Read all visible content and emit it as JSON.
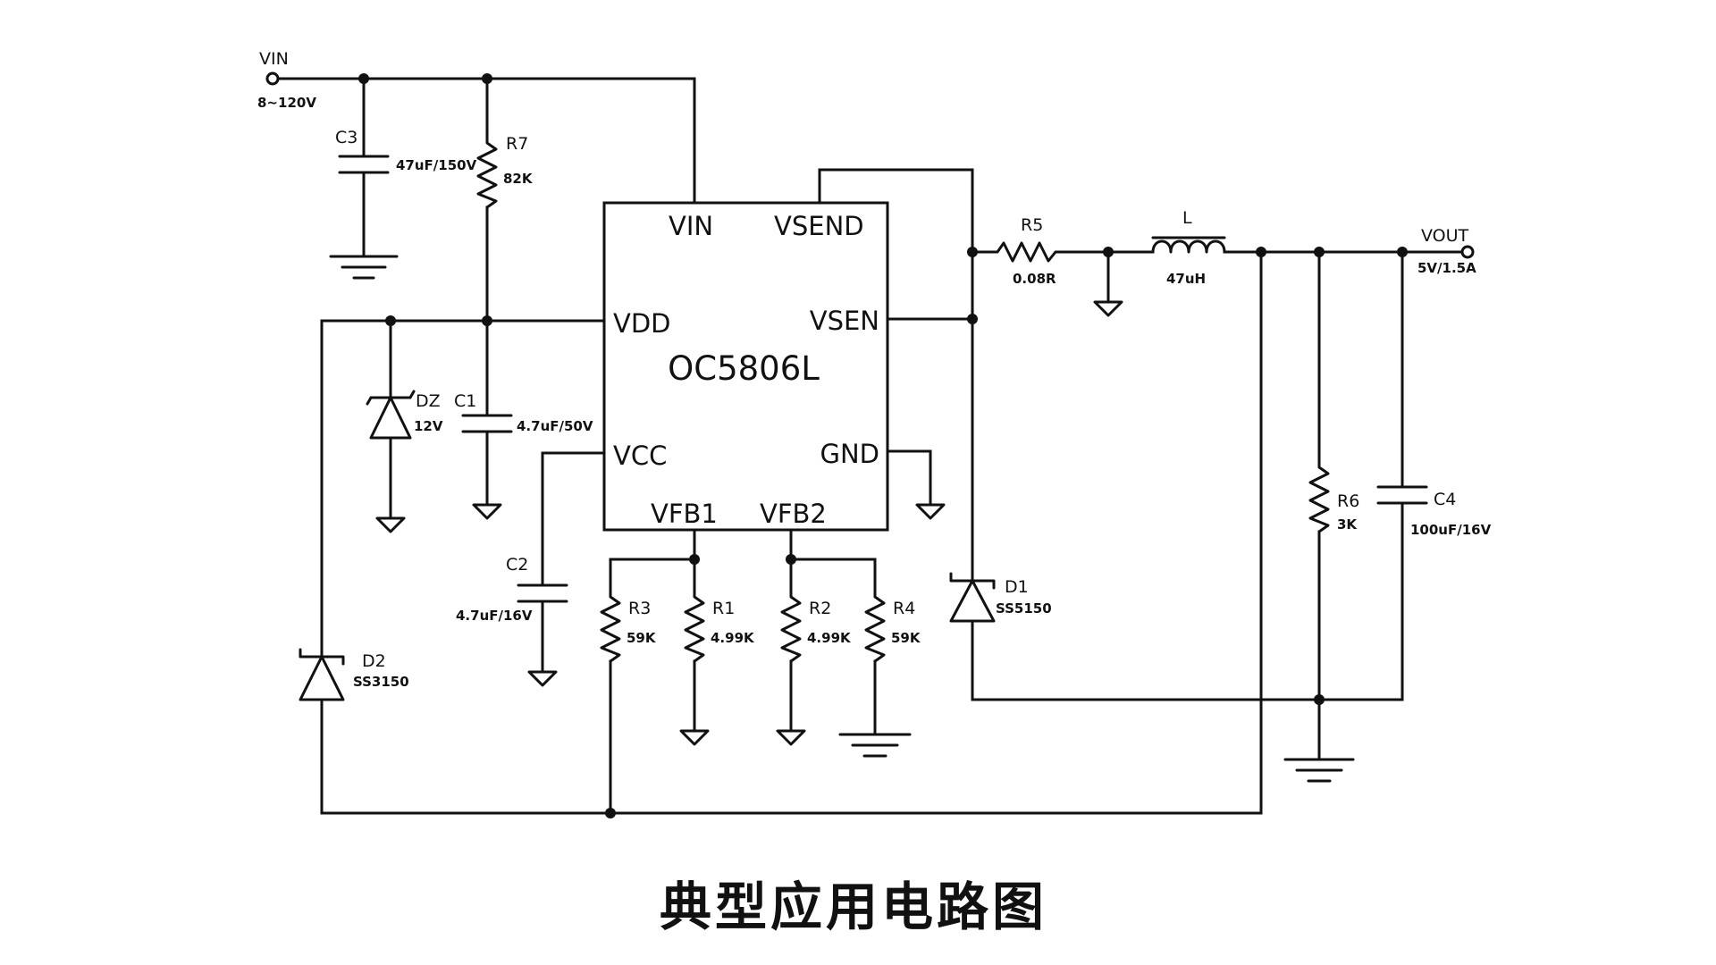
{
  "caption": "典型应用电路图",
  "ic": {
    "name": "OC5806L",
    "pins": {
      "vin": "VIN",
      "vsend": "VSEND",
      "vdd": "VDD",
      "vsen": "VSEN",
      "vcc": "VCC",
      "gnd": "GND",
      "vfb1": "VFB1",
      "vfb2": "VFB2"
    }
  },
  "terminals": {
    "vin": {
      "label": "VIN",
      "spec": "8~120V"
    },
    "vout": {
      "label": "VOUT",
      "spec": "5V/1.5A"
    }
  },
  "components": {
    "c3": {
      "ref": "C3",
      "value": "47uF/150V"
    },
    "r7": {
      "ref": "R7",
      "value": "82K"
    },
    "dz": {
      "ref": "DZ",
      "value": "12V"
    },
    "c1": {
      "ref": "C1",
      "value": "4.7uF/50V"
    },
    "c2": {
      "ref": "C2",
      "value": "4.7uF/16V"
    },
    "r3": {
      "ref": "R3",
      "value": "59K"
    },
    "r1": {
      "ref": "R1",
      "value": "4.99K"
    },
    "r2": {
      "ref": "R2",
      "value": "4.99K"
    },
    "r4": {
      "ref": "R4",
      "value": "59K"
    },
    "d2": {
      "ref": "D2",
      "value": "SS3150"
    },
    "d1": {
      "ref": "D1",
      "value": "SS5150"
    },
    "r5": {
      "ref": "R5",
      "value": "0.08R"
    },
    "l": {
      "ref": "L",
      "value": "47uH"
    },
    "r6": {
      "ref": "R6",
      "value": "3K"
    },
    "c4": {
      "ref": "C4",
      "value": "100uF/16V"
    }
  }
}
